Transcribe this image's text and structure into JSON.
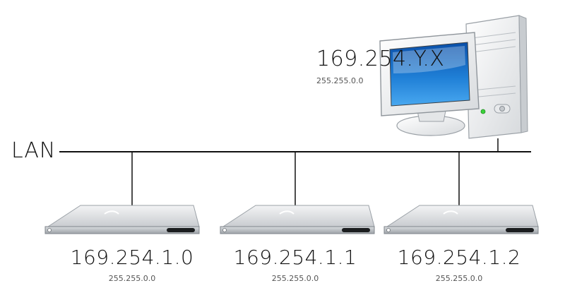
{
  "network": {
    "lan_label": "LAN"
  },
  "host": {
    "ip": "169.254.Y.X",
    "mask": "255.255.0.0",
    "icon": "desktop-computer-icon"
  },
  "servers": [
    {
      "ip": "169.254.1.0",
      "mask": "255.255.0.0",
      "icon": "rack-server-icon"
    },
    {
      "ip": "169.254.1.1",
      "mask": "255.255.0.0",
      "icon": "rack-server-icon"
    },
    {
      "ip": "169.254.1.2",
      "mask": "255.255.0.0",
      "icon": "rack-server-icon"
    }
  ],
  "colors": {
    "line": "#111111",
    "screen": "#1f7fd6",
    "device_body": "#e6e8ea"
  }
}
